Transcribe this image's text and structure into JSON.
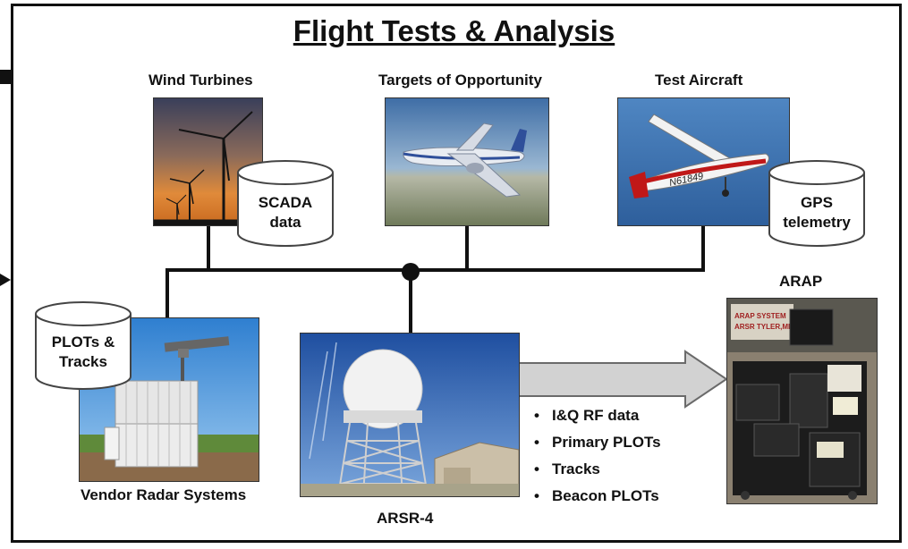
{
  "title": "Flight Tests & Analysis",
  "labels": {
    "wind_turbines": "Wind Turbines",
    "targets": "Targets of Opportunity",
    "test_aircraft": "Test Aircraft",
    "arap": "ARAP",
    "vendor": "Vendor Radar Systems",
    "arsr": "ARSR-4"
  },
  "cylinders": {
    "scada": [
      "SCADA",
      "data"
    ],
    "gps": [
      "GPS",
      "telemetry"
    ],
    "plots": [
      "PLOTs &",
      "Tracks"
    ]
  },
  "bullets": [
    "I&Q RF data",
    "Primary PLOTs",
    "Tracks",
    "Beacon PLOTs"
  ],
  "arap_screen_text": [
    "ARAP SYSTEM",
    "ARSR TYLER,MN"
  ],
  "aircraft_registration": "N61849"
}
